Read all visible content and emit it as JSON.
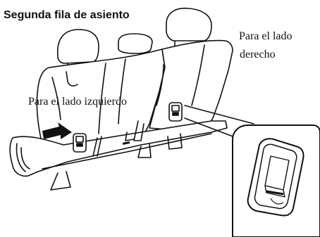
{
  "title": "Segunda fila de asiento",
  "labels": {
    "left_side": "Para el lado izquierdo",
    "right_side_line1": "Para el lado",
    "right_side_line2": "derecho"
  }
}
